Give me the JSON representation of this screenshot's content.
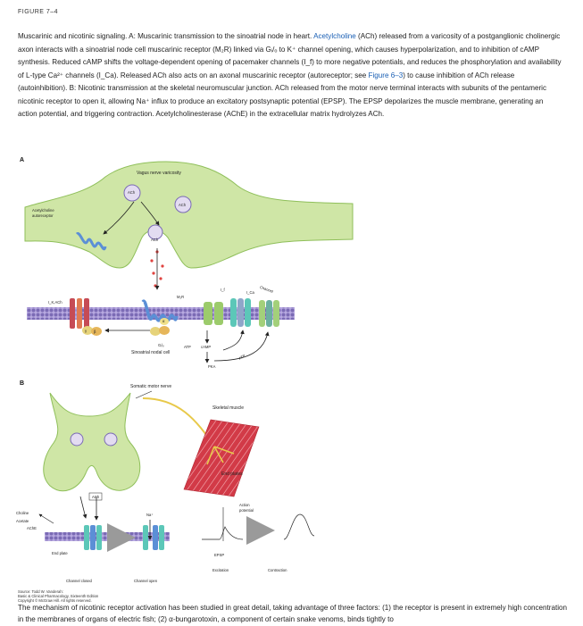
{
  "figure_label": "FIGURE 7–4",
  "caption": {
    "part1": "Muscarinic and nicotinic signaling. A: Muscarinic transmission to the sinoatrial node in heart. ",
    "link1": "Acetylcholine",
    "part2": " (ACh) released from a varicosity of a postganglionic cholinergic axon interacts with a sinoatrial node cell muscarinic receptor (M₂R) linked via Gᵢ/ₒ to K⁺ channel opening, which causes hyperpolarization, and to inhibition of cAMP synthesis. Reduced cAMP shifts the voltage-dependent opening of pacemaker channels (I_f) to more negative potentials, and reduces the phosphorylation and availability of L-type Ca²⁺ channels (I_Ca). Released ACh also acts on an axonal muscarinic receptor (autoreceptor; see ",
    "link2": "Figure 6–3",
    "part3": ") to cause inhibition of ACh release (autoinhibition). B: Nicotinic transmission at the skeletal neuromuscular junction. ACh released from the motor nerve terminal interacts with subunits of the pentameric nicotinic receptor to open it, allowing Na⁺ influx to produce an excitatory postsynaptic potential (EPSP). The EPSP depolarizes the muscle membrane, generating an action potential, and triggering contraction. Acetylcholinesterase (AChE) in the extracellular matrix hydrolyzes ACh."
  },
  "panel_a": {
    "letter": "A",
    "vagus_label": "Vagus nerve varicosity",
    "ach": "ACh",
    "autoreceptor_label_1": "Acetylcholine",
    "autoreceptor_label_2": "autoreceptor",
    "m2r": "M₂R",
    "ikach": "I_K,ACh",
    "if_label": "I_f",
    "ica_label": "I_Ca",
    "channel_label": "Channel",
    "sinoatrial_label": "Sinoatrial nodal cell",
    "gi": "Gᵢ/ₒ",
    "g_gamma": "γ",
    "g_beta": "β",
    "g_alpha": "α",
    "atp": "ATP",
    "atp2": "ATP",
    "camp": "cAMP",
    "pka": "PKA"
  },
  "panel_b": {
    "letter": "B",
    "somatic_label": "Somatic motor nerve",
    "skeletal_label": "Skeletal muscle",
    "endplates_label": "End plates",
    "ach": "ACh",
    "choline": "Choline",
    "acetate": "Acetate",
    "ache": "AChE",
    "endplate": "End plate",
    "na": "Na⁺",
    "channel_closed": "Channel closed",
    "channel_open": "Channel open",
    "action_potential_1": "Action",
    "action_potential_2": "potential",
    "epsp": "EPSP",
    "excitation": "Excitation",
    "contraction": "Contraction"
  },
  "source": {
    "line1": "Source: Todd W. Vanderah:",
    "line2": "Basic & Clinical Pharmacology, Sixteenth Edition",
    "line3": "Copyright © McGraw Hill. All rights reserved."
  },
  "bottom_text": "The mechanism of nicotinic receptor activation has been studied in great detail, taking advantage of three factors: (1) the receptor is present in extremely high concentration in the membranes of organs of electric fish; (2) α-bungarotoxin, a component of certain snake venoms, binds tightly to",
  "colors": {
    "link": "#1a5fb4",
    "neuron": "#cfe6a6",
    "neuron_edge": "#8fbf5a",
    "membrane_purple": "#7b6bb5",
    "receptor_blue": "#5b8fd6",
    "channel_teal": "#5cc7b8",
    "muscle_red": "#d23a47"
  }
}
